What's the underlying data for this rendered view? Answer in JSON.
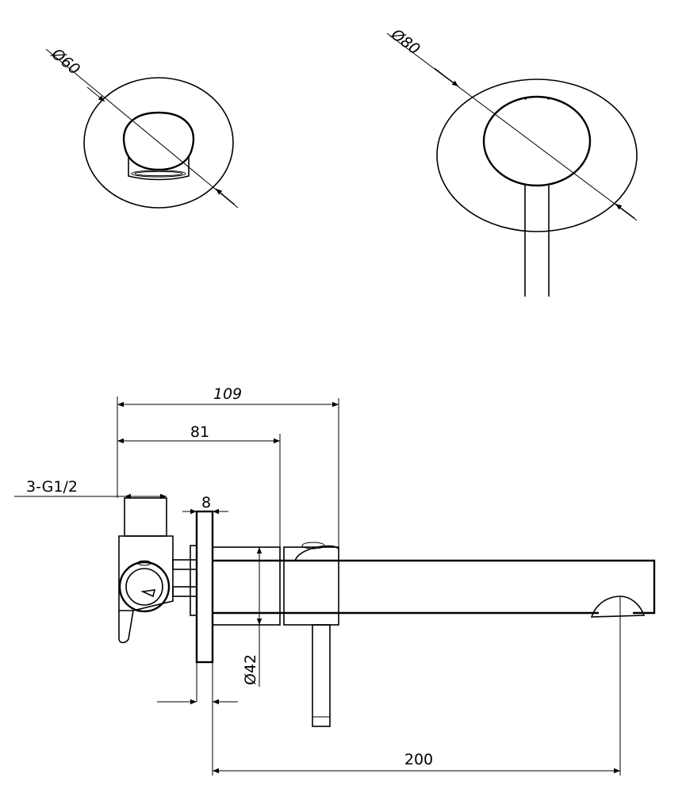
{
  "labels": {
    "dia_small": "Ø60",
    "dia_large": "Ø80",
    "length_109": "109",
    "length_81": "81",
    "thread": "3-G1/2",
    "plate_thickness": "8",
    "pipe_dia": "Ø42",
    "spout_reach": "200"
  }
}
